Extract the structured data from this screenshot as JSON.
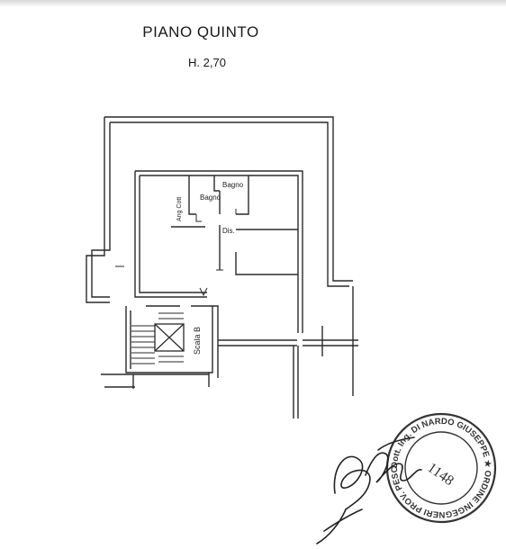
{
  "header": {
    "title": "PIANO QUINTO",
    "height_label": "H. 2,70"
  },
  "rooms": {
    "bagno_left": "Bagno",
    "bagno_right": "Bagno",
    "ang_cott": "Ang Cott",
    "dis": "Dis.",
    "scala": "Scala B"
  },
  "stamp": {
    "ring_text": "Dott. Ing. DI NARDO GIUSEPPE ★ ORDINE INGEGNERI PROV. PESCARA ★",
    "number": "1148"
  },
  "colors": {
    "line": "#2a2a2a",
    "stamp": "#333333"
  }
}
